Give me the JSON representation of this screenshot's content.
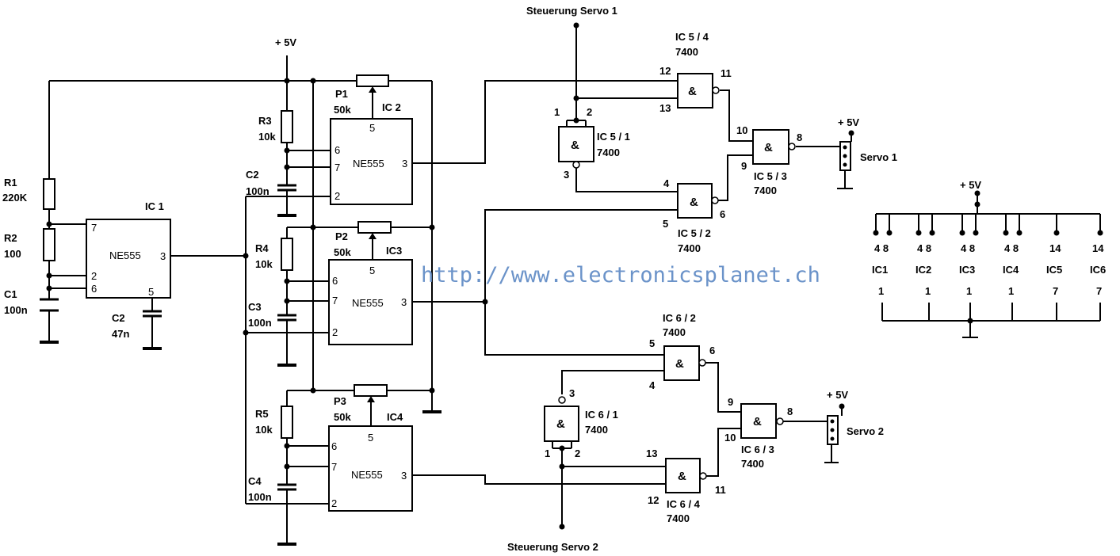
{
  "power_labels": {
    "vcc_top": "+ 5V",
    "vcc_servo1": "+ 5V",
    "vcc_servo2": "+ 5V",
    "vcc_table": "+ 5V"
  },
  "control_labels": {
    "servo1": "Steuerung Servo 1",
    "servo2": "Steuerung Servo 2"
  },
  "watermark": "http://www.electronicsplanet.ch",
  "components": {
    "r1": {
      "name": "R1",
      "value": "220K"
    },
    "r2": {
      "name": "R2",
      "value": "100"
    },
    "c1": {
      "name": "C1",
      "value": "100n"
    },
    "c2a": {
      "name": "C2",
      "value": "47n"
    },
    "c2b": {
      "name": "C2",
      "value": "100n"
    },
    "r3": {
      "name": "R3",
      "value": "10k"
    },
    "r4": {
      "name": "R4",
      "value": "10k"
    },
    "c3": {
      "name": "C3",
      "value": "100n"
    },
    "r5": {
      "name": "R5",
      "value": "10k"
    },
    "c4": {
      "name": "C4",
      "value": "100n"
    },
    "p1": {
      "name": "P1",
      "value": "50k"
    },
    "p2": {
      "name": "P2",
      "value": "50k"
    },
    "p3": {
      "name": "P3",
      "value": "50k"
    }
  },
  "ic1": {
    "name": "IC 1",
    "type": "NE555",
    "pins": [
      "7",
      "2",
      "6",
      "3",
      "5"
    ]
  },
  "ic2": {
    "name": "IC 2",
    "type": "NE555",
    "pins": [
      "5",
      "6",
      "7",
      "3",
      "2"
    ]
  },
  "ic3": {
    "name": "IC3",
    "type": "NE555",
    "pins": [
      "5",
      "6",
      "7",
      "3",
      "2"
    ]
  },
  "ic4": {
    "name": "IC4",
    "type": "NE555",
    "pins": [
      "5",
      "6",
      "7",
      "3",
      "2"
    ]
  },
  "gate_symbol": "&",
  "gates": {
    "ic5_4": {
      "name": "IC 5 / 4",
      "type": "7400",
      "pins": [
        "12",
        "13",
        "11"
      ]
    },
    "ic5_1": {
      "name": "IC 5 / 1",
      "type": "7400",
      "pins": [
        "1",
        "2",
        "3"
      ]
    },
    "ic5_2": {
      "name": "IC 5 / 2",
      "type": "7400",
      "pins": [
        "4",
        "5",
        "6"
      ]
    },
    "ic5_3": {
      "name": "IC 5 / 3",
      "type": "7400",
      "pins": [
        "10",
        "9",
        "8"
      ]
    },
    "ic6_2": {
      "name": "IC 6 / 2",
      "type": "7400",
      "pins": [
        "5",
        "4",
        "6"
      ]
    },
    "ic6_1": {
      "name": "IC 6 / 1",
      "type": "7400",
      "pins": [
        "3",
        "1",
        "2"
      ]
    },
    "ic6_3": {
      "name": "IC 6 / 3",
      "type": "7400",
      "pins": [
        "9",
        "10",
        "8"
      ]
    },
    "ic6_4": {
      "name": "IC 6 / 4",
      "type": "7400",
      "pins": [
        "13",
        "12",
        "11"
      ]
    }
  },
  "servos": {
    "servo1": "Servo 1",
    "servo2": "Servo 2"
  },
  "power_table": [
    {
      "ic": "IC1",
      "vcc": "4  8",
      "gnd": "1"
    },
    {
      "ic": "IC2",
      "vcc": "4  8",
      "gnd": "1"
    },
    {
      "ic": "IC3",
      "vcc": "4  8",
      "gnd": "1"
    },
    {
      "ic": "IC4",
      "vcc": "4  8",
      "gnd": "1"
    },
    {
      "ic": "IC5",
      "vcc": "14",
      "gnd": "7"
    },
    {
      "ic": "IC6",
      "vcc": "14",
      "gnd": "7"
    }
  ]
}
